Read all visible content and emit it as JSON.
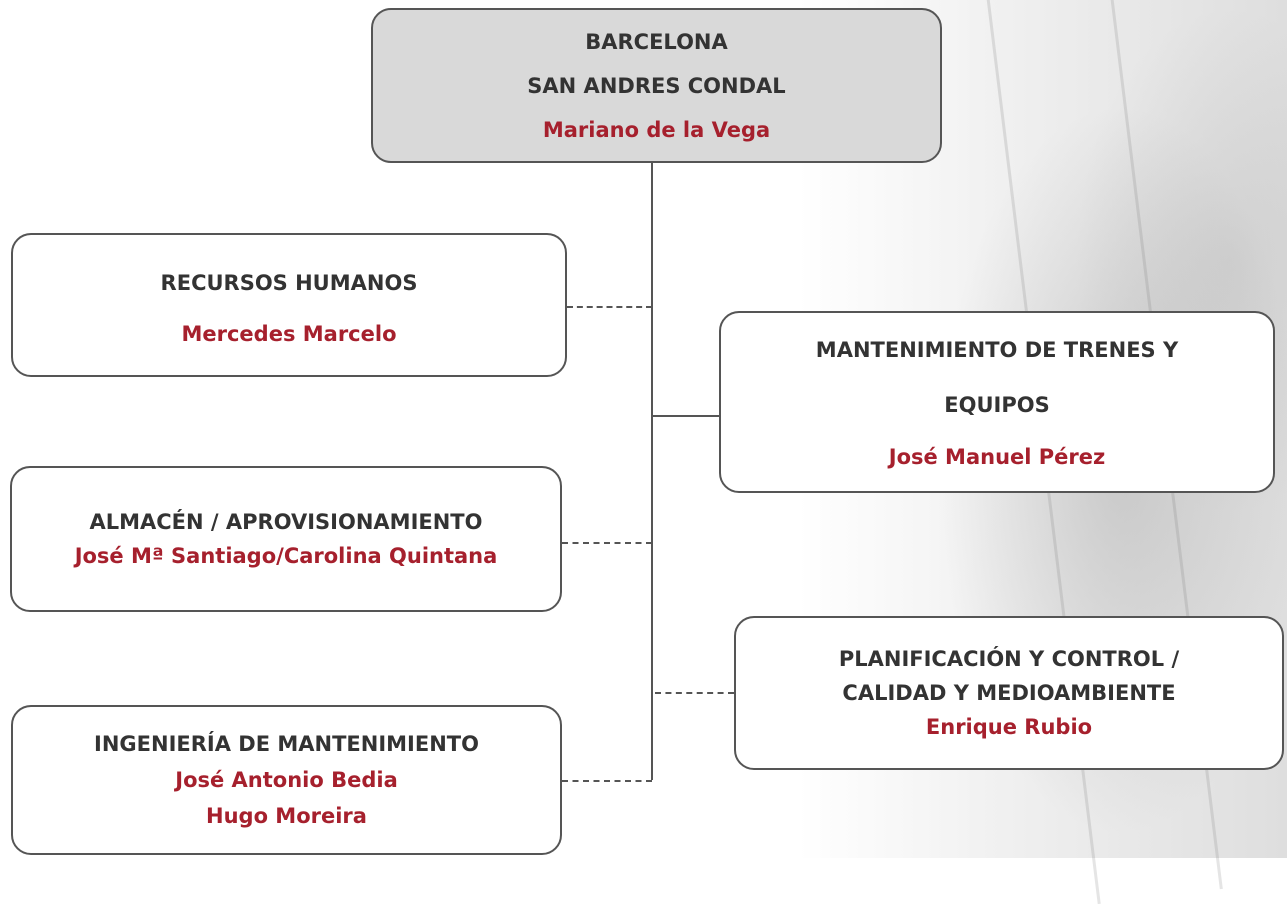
{
  "root": {
    "line1": "BARCELONA",
    "line2": "SAN ANDRES CONDAL",
    "person": "Mariano de la Vega"
  },
  "hr": {
    "title": "RECURSOS HUMANOS",
    "person": "Mercedes Marcelo"
  },
  "maintenance_trains": {
    "title_line1": "MANTENIMIENTO DE TRENES Y",
    "title_line2": "EQUIPOS",
    "person": "José Manuel Pérez"
  },
  "warehouse": {
    "title": "ALMACÉN / APROVISIONAMIENTO",
    "person": "José Mª Santiago/Carolina Quintana"
  },
  "planning": {
    "title_line1": "PLANIFICACIÓN Y CONTROL /",
    "title_line2": "CALIDAD Y MEDIOAMBIENTE",
    "person": "Enrique Rubio"
  },
  "engineering": {
    "title": "INGENIERÍA DE MANTENIMIENTO",
    "person1": "José Antonio Bedia",
    "person2": "Hugo Moreira"
  },
  "colors": {
    "accent_name": "#a6202d",
    "text": "#333333",
    "border": "#555555",
    "root_fill": "#d9d9d9"
  }
}
